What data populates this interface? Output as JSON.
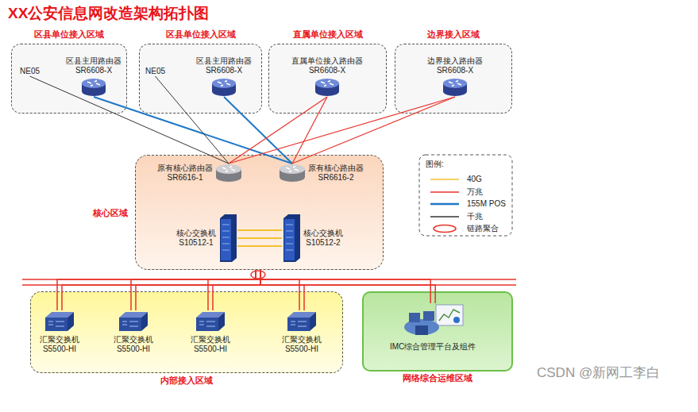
{
  "diagram": {
    "title": "XX公安信息网改造架构拓扑图",
    "nodes": [
      {
        "text": [
          "区县单位接入区域"
        ]
      },
      {
        "text": [
          "NE05"
        ],
        "in": 0
      },
      {
        "text": [
          "区县主用路由器",
          "SR6608-X"
        ],
        "in": 0
      },
      {
        "text": [
          "区县单位接入区域"
        ]
      },
      {
        "text": [
          "NE05"
        ],
        "in": 3
      },
      {
        "text": [
          "区县主用路由器",
          "SR6608-X"
        ],
        "in": 3
      },
      {
        "text": [
          "直属单位接入区域"
        ]
      },
      {
        "text": [
          "直属单位接入路由器",
          "SR6608-X"
        ],
        "in": 6
      },
      {
        "text": [
          "边界接入区域"
        ]
      },
      {
        "text": [
          "边界接入路由器",
          "SR6608-X"
        ],
        "in": 8
      },
      {
        "text": [
          "核心区域"
        ]
      },
      {
        "text": [
          "原有核心路由器",
          "SR6616-1"
        ],
        "in": 10
      },
      {
        "text": [
          "原有核心路由器",
          "SR6616-2"
        ],
        "in": 10
      },
      {
        "text": [
          "核心交换机",
          "S10512-1"
        ],
        "in": 10
      },
      {
        "text": [
          "核心交换机",
          "S10512-2"
        ],
        "in": 10
      },
      {
        "text": [
          "内部接入区域"
        ]
      },
      {
        "text": [
          "汇聚交换机",
          "S5500-HI"
        ],
        "in": 15
      },
      {
        "text": [
          "汇聚交换机",
          "S5500-HI"
        ],
        "in": 15
      },
      {
        "text": [
          "汇聚交换机",
          "S5500-HI"
        ],
        "in": 15
      },
      {
        "text": [
          "汇聚交换机",
          "S5500-HI"
        ],
        "in": 15
      },
      {
        "text": [
          "网络综合运维区域"
        ]
      },
      {
        "text": [
          "IMC综合管理平台及组件"
        ],
        "in": 20
      }
    ],
    "edges": [
      {
        "from": 1,
        "to": 11,
        "arrow": "none"
      },
      {
        "from": 2,
        "to": 12,
        "arrow": "none"
      },
      {
        "from": 4,
        "to": 11,
        "arrow": "none"
      },
      {
        "from": 5,
        "to": 12,
        "arrow": "none"
      },
      {
        "from": 7,
        "to": 11,
        "arrow": "none"
      },
      {
        "from": 7,
        "to": 12,
        "arrow": "none"
      },
      {
        "from": 9,
        "to": 11,
        "arrow": "none"
      },
      {
        "from": 9,
        "to": 12,
        "arrow": "none"
      },
      {
        "from": 10,
        "to": 16,
        "arrow": "none"
      },
      {
        "from": 10,
        "to": 17,
        "arrow": "none"
      },
      {
        "from": 10,
        "to": 18,
        "arrow": "none"
      },
      {
        "from": 10,
        "to": 19,
        "arrow": "none"
      },
      {
        "from": 10,
        "to": 21,
        "arrow": "none"
      },
      {
        "from": 13,
        "to": 14,
        "arrow": "none"
      }
    ],
    "labels": [
      "图例:",
      "CSDN @新网工李白"
    ],
    "legend": [
      {
        "text": "40G",
        "color": "#f2c12e"
      },
      {
        "text": "万兆",
        "color": "#e8332b"
      },
      {
        "text": "155M POS",
        "color": "#1f78c8"
      },
      {
        "text": "千兆",
        "color": "#333333"
      },
      {
        "text": "链路聚合"
      }
    ]
  }
}
